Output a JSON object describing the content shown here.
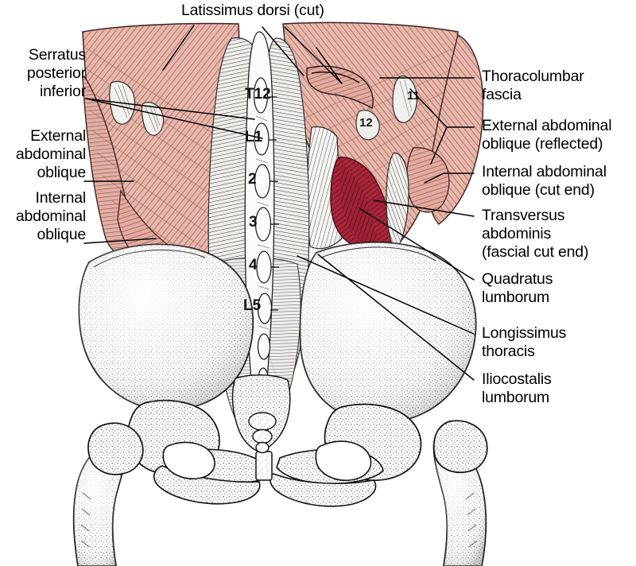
{
  "figure": {
    "title": "Posterior abdominal wall musculature — deep dissection",
    "background": "#ffffff",
    "palette": {
      "muscle_light": "#e9b6ac",
      "muscle_mid": "#cf9a90",
      "muscle_dark": "#a9766c",
      "muscle_deep_red": "#a8263a",
      "muscle_deep_red_dark": "#7d1c2c",
      "fascia_white": "#f6f4f1",
      "bone_fill": "#fdfdfc",
      "bone_stipple": "#3a3a3a",
      "ink": "#000000",
      "leader": "#000000"
    }
  },
  "labels": {
    "latissimus_dorsi": "Latissimus dorsi (cut)",
    "serratus_posterior_inferior": "Serratus\nposterior\ninferior",
    "external_abdominal_oblique_left": "External\nabdominal\noblique",
    "internal_abdominal_oblique_left": "Internal\nabdominal\noblique",
    "thoracolumbar_fascia": "Thoracolumbar\nfascia",
    "external_abdominal_oblique_reflected": "External abdominal\noblique (reflected)",
    "internal_abdominal_oblique_cut_end": "Internal abdominal\noblique (cut end)",
    "transversus_abdominis": "Transversus\nabdominis\n(fascial cut end)",
    "quadratus_lumborum": "Quadratus\nlumborum",
    "longissimus_thoracis": "Longissimus\nthoracis",
    "iliocostalis_lumborum": "Iliocostalis\nlumborum"
  },
  "vertebrae": [
    {
      "name": "vertebra-t12",
      "text": "T12"
    },
    {
      "name": "vertebra-l1",
      "text": "L1"
    },
    {
      "name": "vertebra-l2",
      "text": "2"
    },
    {
      "name": "vertebra-l3",
      "text": "3"
    },
    {
      "name": "vertebra-l4",
      "text": "4"
    },
    {
      "name": "vertebra-l5",
      "text": "L5"
    }
  ],
  "ribs": [
    {
      "name": "rib-11",
      "text": "11"
    },
    {
      "name": "rib-12",
      "text": "12"
    }
  ]
}
